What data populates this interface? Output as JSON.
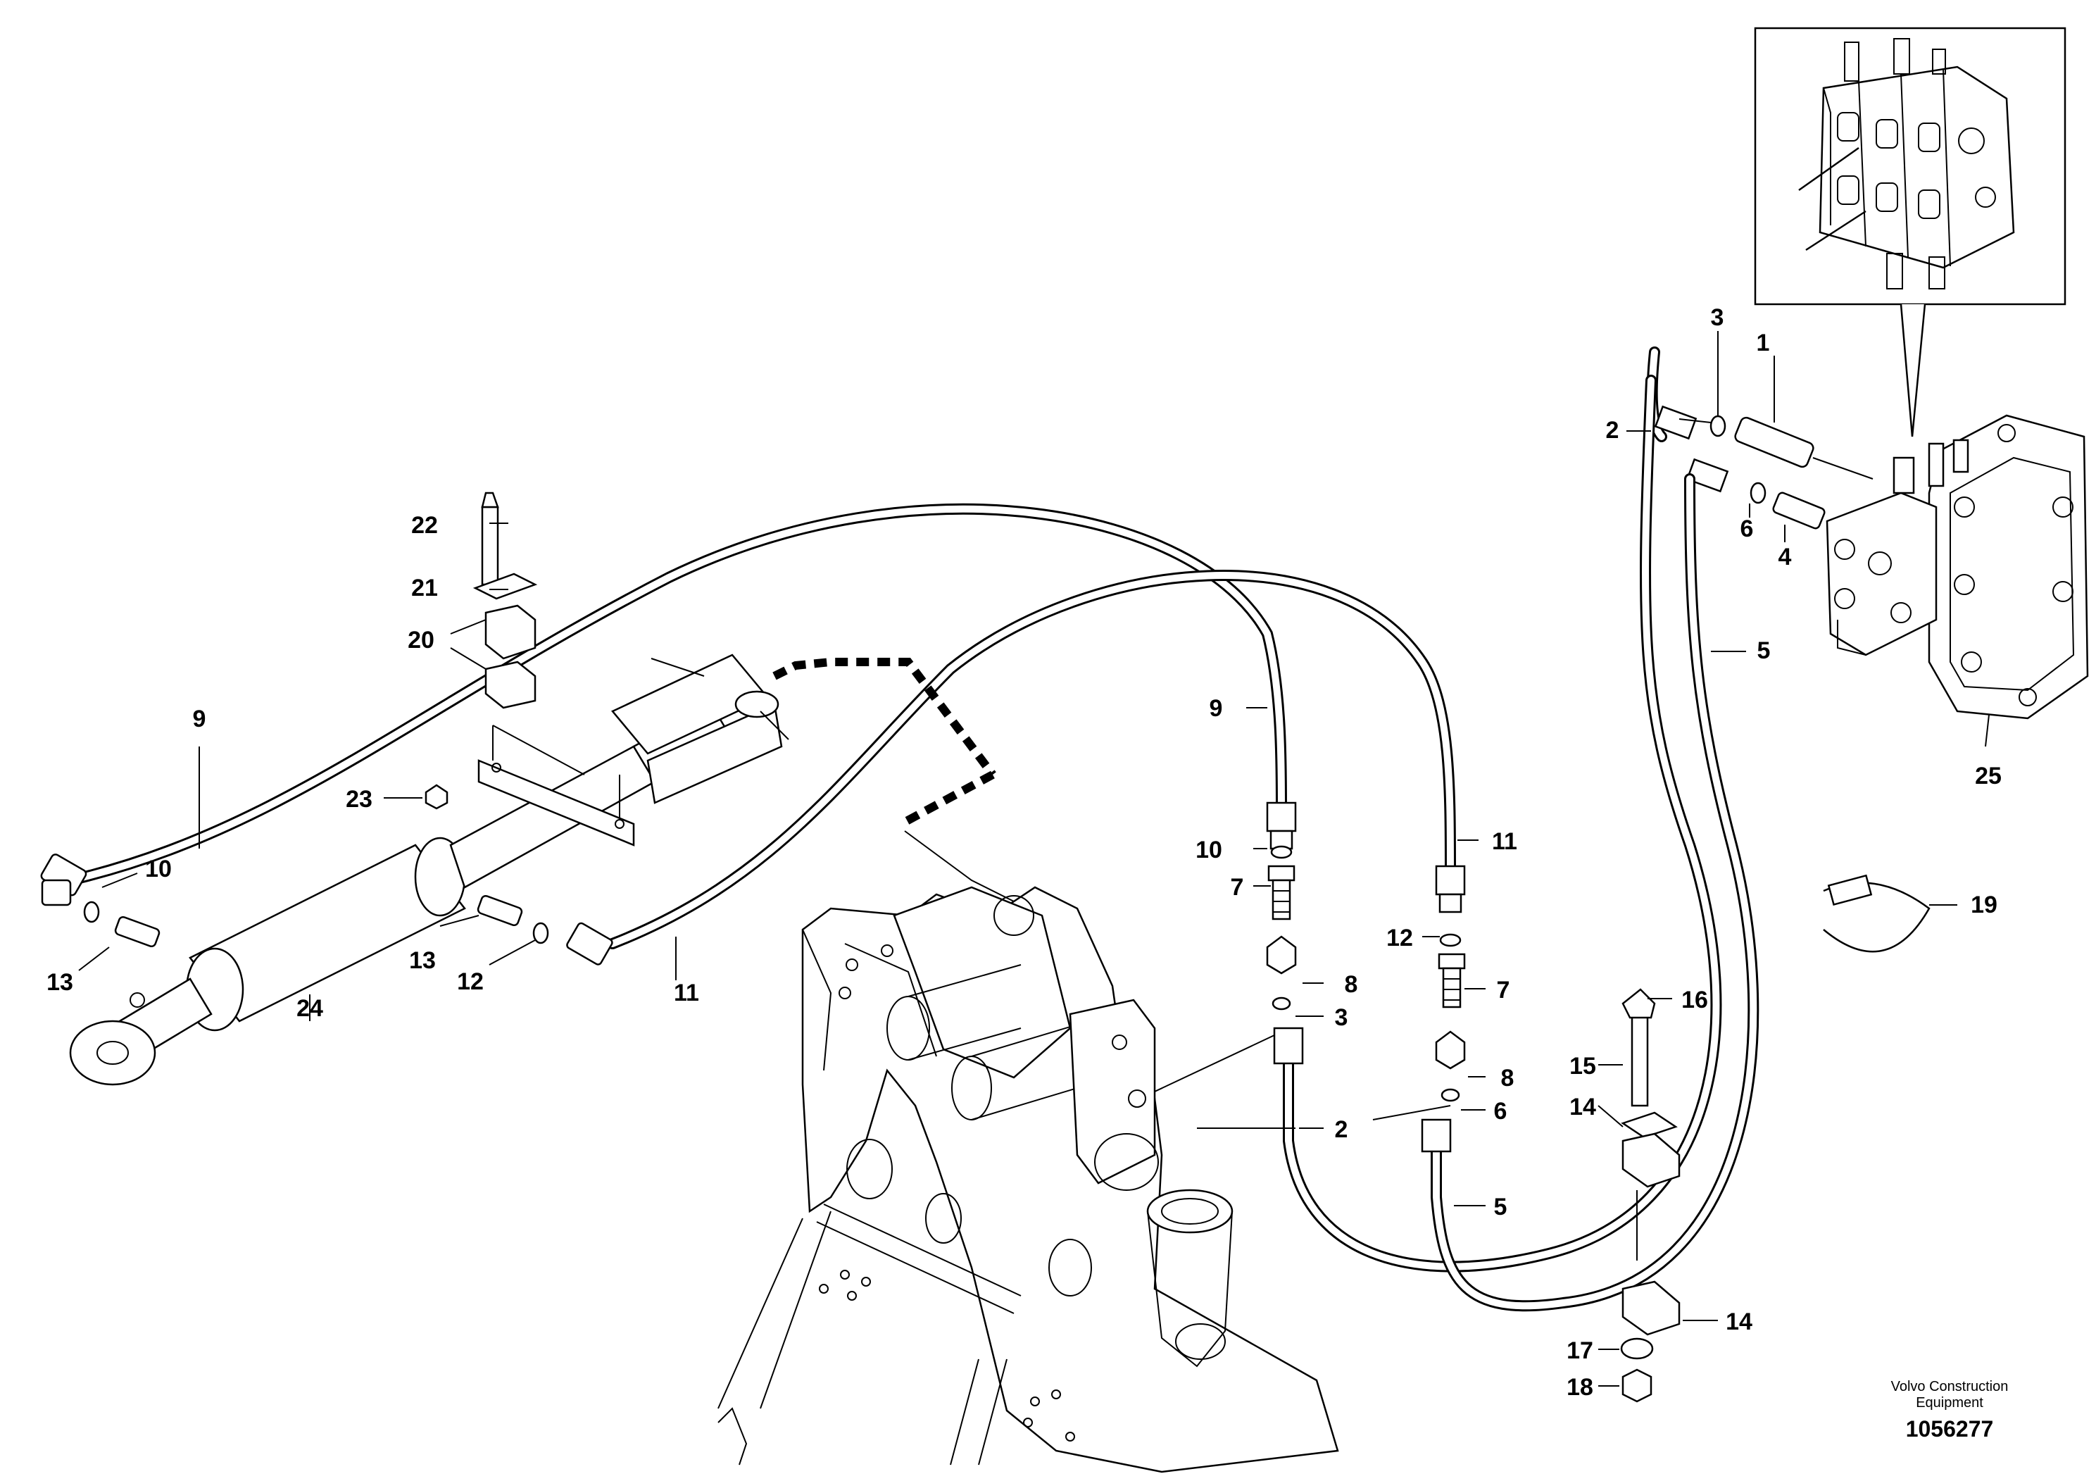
{
  "labels": {
    "l1": "1",
    "l2a": "2",
    "l2b": "2",
    "l3a": "3",
    "l3b": "3",
    "l4": "4",
    "l5a": "5",
    "l5b": "5",
    "l6a": "6",
    "l6b": "6",
    "l7a": "7",
    "l7b": "7",
    "l8a": "8",
    "l8b": "8",
    "l9a": "9",
    "l9b": "9",
    "l10a": "10",
    "l10b": "10",
    "l11a": "11",
    "l11b": "11",
    "l12a": "12",
    "l12b": "12",
    "l13a": "13",
    "l13b": "13",
    "l14a": "14",
    "l14b": "14",
    "l15": "15",
    "l16": "16",
    "l17": "17",
    "l18": "18",
    "l19": "19",
    "l20": "20",
    "l21": "21",
    "l22": "22",
    "l23": "23",
    "l24": "24",
    "l25": "25"
  },
  "footer": {
    "brand_line1": "Volvo Construction",
    "brand_line2": "Equipment",
    "doc_number": "1056277"
  }
}
